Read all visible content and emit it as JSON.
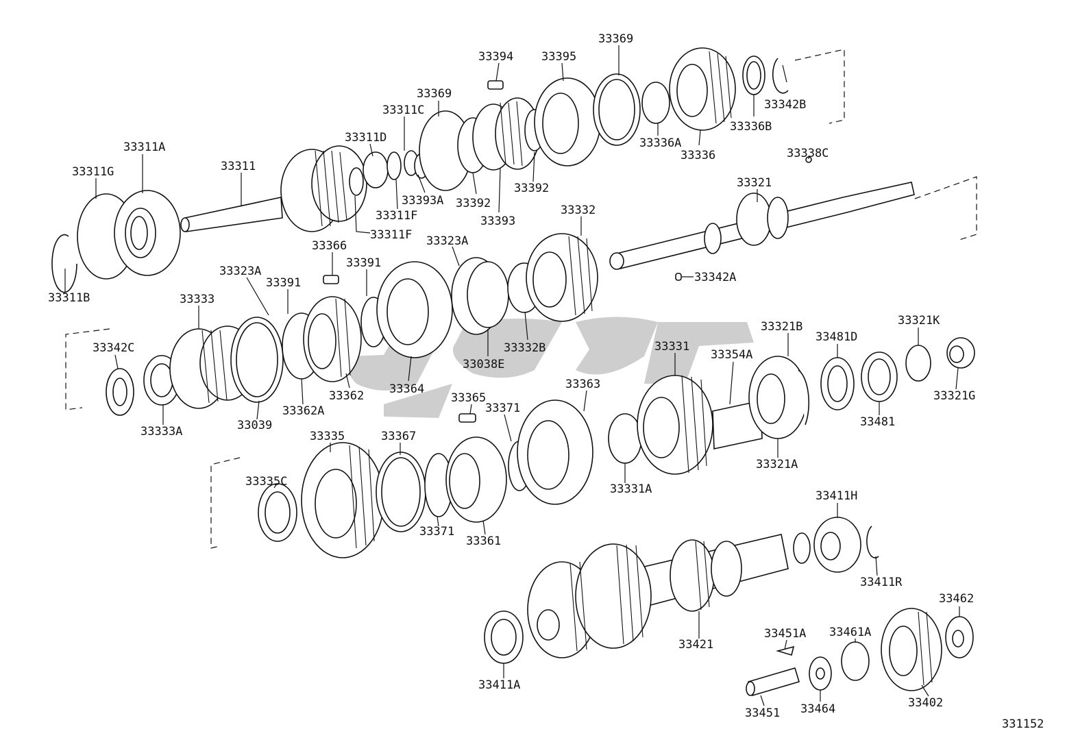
{
  "figure_id": "331152",
  "labels": [
    "33394",
    "33395",
    "33369",
    "33369",
    "33311C",
    "33311D",
    "33311A",
    "33311G",
    "33311",
    "33342B",
    "33336B",
    "33336A",
    "33336",
    "33392",
    "33392",
    "33393A",
    "33393",
    "33311F",
    "33311F",
    "33338C",
    "33321",
    "33311B",
    "33366",
    "33391",
    "33323A",
    "33332",
    "33323A",
    "33391",
    "33333",
    "33342A",
    "33342C",
    "33362",
    "33364",
    "33038E",
    "33332B",
    "33039",
    "33362A",
    "33333A",
    "33331",
    "33321B",
    "33481D",
    "33321K",
    "33354A",
    "33363",
    "33365",
    "33371",
    "33335",
    "33367",
    "33335C",
    "33331A",
    "33321A",
    "33481",
    "33321G",
    "33411H",
    "33371",
    "33361",
    "33411R",
    "33462",
    "33451A",
    "33461A",
    "33421",
    "33411A",
    "33451",
    "33464",
    "33402"
  ]
}
